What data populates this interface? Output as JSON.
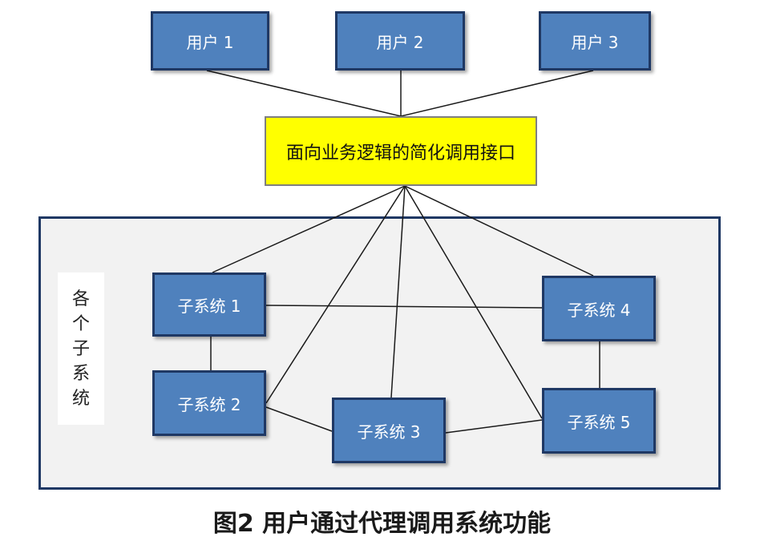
{
  "users": [
    {
      "id": "user1",
      "label": "用户 1"
    },
    {
      "id": "user2",
      "label": "用户 2"
    },
    {
      "id": "user3",
      "label": "用户 3"
    }
  ],
  "interface": {
    "id": "interface",
    "label": "面向业务逻辑的简化调用接口"
  },
  "subsystems_group_label": [
    "各",
    "个",
    "子",
    "系",
    "统"
  ],
  "subsystems": [
    {
      "id": "sub1",
      "label": "子系统 1"
    },
    {
      "id": "sub2",
      "label": "子系统 2"
    },
    {
      "id": "sub3",
      "label": "子系统 3"
    },
    {
      "id": "sub4",
      "label": "子系统 4"
    },
    {
      "id": "sub5",
      "label": "子系统 5"
    }
  ],
  "connections": [
    [
      "user1",
      "interface"
    ],
    [
      "user2",
      "interface"
    ],
    [
      "user3",
      "interface"
    ],
    [
      "interface",
      "sub1"
    ],
    [
      "interface",
      "sub2"
    ],
    [
      "interface",
      "sub3"
    ],
    [
      "interface",
      "sub4"
    ],
    [
      "interface",
      "sub5"
    ],
    [
      "sub1",
      "sub4"
    ],
    [
      "sub1",
      "sub2"
    ],
    [
      "sub4",
      "sub5"
    ],
    [
      "sub2",
      "sub3"
    ],
    [
      "sub3",
      "sub5"
    ]
  ],
  "caption": "图2   用户通过代理调用系统功能",
  "colors": {
    "node_fill": "#4f81bd",
    "node_border": "#1f3864",
    "interface_fill": "#ffff00",
    "container_fill": "#f2f2f2",
    "line": "#1a1a1a"
  }
}
